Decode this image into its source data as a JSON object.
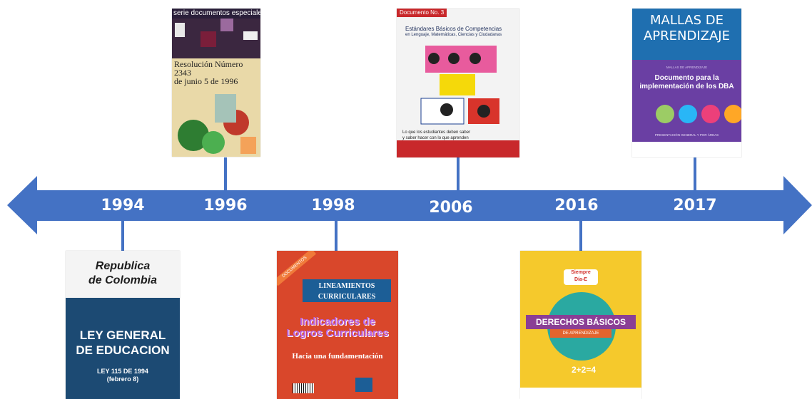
{
  "timeline": {
    "years": [
      "1994",
      "1996",
      "1998",
      "2006",
      "2016",
      "2017"
    ],
    "color": "#4472c4"
  },
  "covers": {
    "c1994": {
      "top_line1": "Republica",
      "top_line2": "de Colombia",
      "title_line1": "LEY GENERAL",
      "title_line2": "DE EDUCACION",
      "sub_line1": "LEY 115 DE 1994",
      "sub_line2": "(febrero 8)"
    },
    "c1996": {
      "header": "serie documentos especiales",
      "title_line1": "Resolución Número 2343",
      "title_line2": "de junio 5 de 1996"
    },
    "c1998": {
      "corner": "DOCUMENTOS",
      "banner_line1": "LINEAMIENTOS",
      "banner_line2": "CURRICULARES",
      "title_line1": "Indicadores de",
      "title_line2": "Logros Curriculares",
      "subtitle": "Hacia una fundamentación"
    },
    "c2006": {
      "tag": "Documento No. 3",
      "title": "Estándares Básicos de Competencias",
      "subtitle": "en Lenguaje, Matemáticas, Ciencias y Ciudadanas",
      "phrase_line1": "Lo que los estudiantes deben saber",
      "phrase_line2": "y saber hacer con lo que aprenden"
    },
    "c2016": {
      "logo_line1": "Siempre",
      "logo_line2": "Día-E",
      "banner": "DERECHOS BÁSICOS",
      "banner2": "DE APRENDIZAJE",
      "math": "2+2=4"
    },
    "c2017": {
      "title_line1": "MALLAS DE",
      "title_line2": "APRENDIZAJE",
      "small_label": "MALLAS DE APRENDIZAJE",
      "doc_line1": "Documento para la",
      "doc_line2": "implementación de los DBA",
      "footer_text": "PRESENTACIÓN GENERAL Y POR ÁREAS"
    }
  }
}
